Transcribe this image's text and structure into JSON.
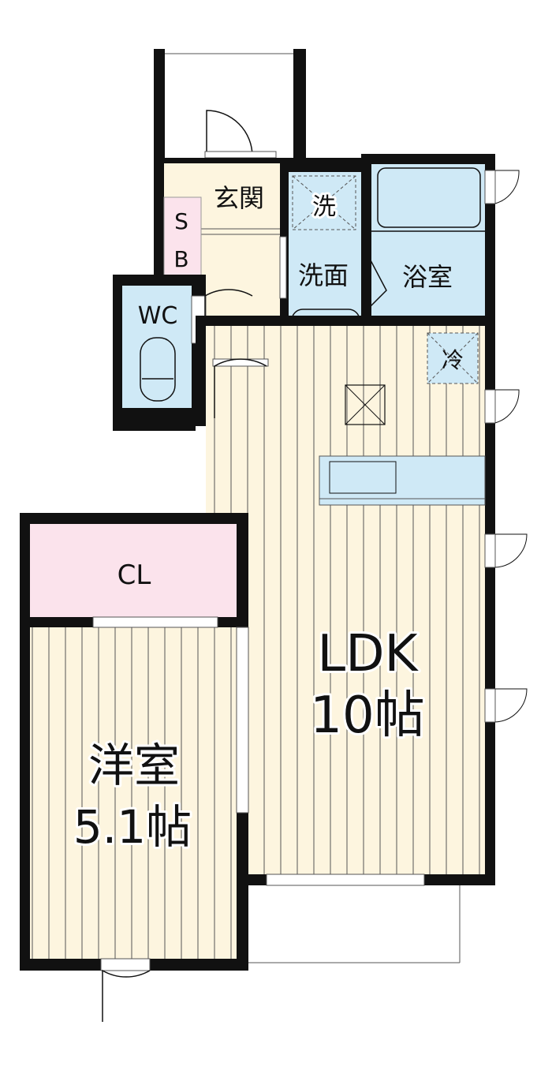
{
  "colors": {
    "wall": "#111111",
    "floor": "#fdf5df",
    "wet": "#cfe9f6",
    "storage": "#fbe3ec"
  },
  "rooms": {
    "genkan": "玄関",
    "shoe_box": [
      "S",
      "B"
    ],
    "wc": "WC",
    "washer": "洗",
    "washroom": "洗面",
    "bath": "浴室",
    "fridge": "冷",
    "closet": "CL",
    "ldk": {
      "name": "LDK",
      "size": "10帖"
    },
    "western": {
      "name": "洋室",
      "size": "5.1帖"
    }
  }
}
